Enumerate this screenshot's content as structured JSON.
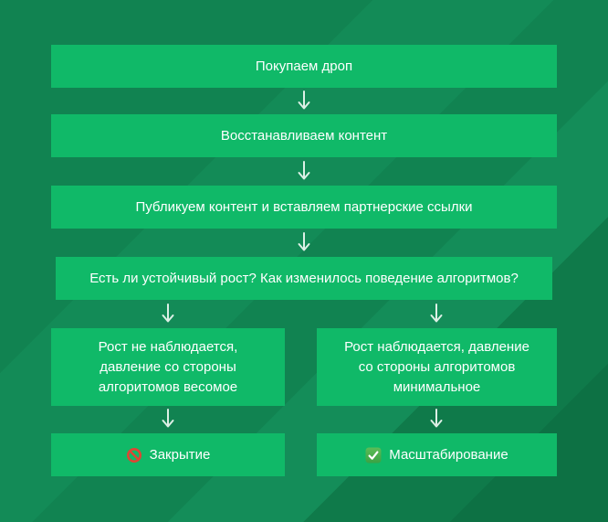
{
  "flowchart": {
    "steps": [
      {
        "label": "Покупаем дроп"
      },
      {
        "label": "Восстанавливаем контент"
      },
      {
        "label": "Публикуем контент и вставляем партнерские ссылки"
      },
      {
        "label": "Есть ли устойчивый рост? Как изменилось поведение алгоритмов?"
      }
    ],
    "branches": {
      "negative": {
        "condition": "Рост не наблюдается, давление со стороны алгоритомов весомое",
        "outcome": {
          "icon": "prohibited-icon",
          "label": "Закрытие"
        }
      },
      "positive": {
        "condition": "Рост наблюдается, давление со стороны алгоритомов минимальное",
        "outcome": {
          "icon": "check-mark-icon",
          "label": "Масштабирование"
        }
      }
    }
  },
  "colors": {
    "background": "#118351",
    "box_fill": "#10b968",
    "text": "#ffffff",
    "arrow": "#eef9f2",
    "prohibited_red": "#e04433",
    "check_green": "#46ae4b"
  }
}
